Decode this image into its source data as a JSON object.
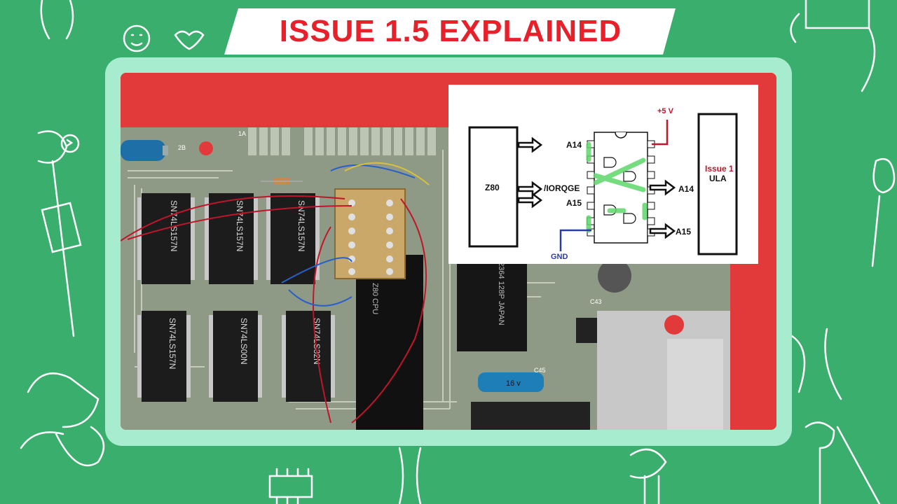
{
  "title": "ISSUE 1.5 EXPLAINED",
  "colors": {
    "background": "#3aae6c",
    "frame": "#a8ecd0",
    "title_text": "#e8202a",
    "pcb": "#8e9a86",
    "power_wire": "#c0152a",
    "ground_wire": "#2a3aa8",
    "gate_highlight": "#5fd66a"
  },
  "diagram": {
    "z80_label": "Z80",
    "ula_label_top": "Issue 1",
    "ula_label_bottom": "ULA",
    "power_label": "+5 V",
    "ground_label": "GND",
    "input_a14": "A14",
    "input_iorqge": "/IORQGE",
    "input_a15": "A15",
    "output_a14": "A14",
    "output_a15": "A15"
  },
  "chips": [
    {
      "marking": "SN74LS157N"
    },
    {
      "marking": "SN74LS157N"
    },
    {
      "marking": "SN74LS157N"
    },
    {
      "marking": "SN74LS157N"
    },
    {
      "marking": "SN74LS00N"
    },
    {
      "marking": "SN74LS32N"
    }
  ],
  "cpu_marking": "Z80 CPU",
  "rom_marking": "2364 128P JAPAN",
  "capacitor_marking": "16 v",
  "silkscreen": [
    "2B",
    "1A",
    "C43",
    "C45"
  ]
}
